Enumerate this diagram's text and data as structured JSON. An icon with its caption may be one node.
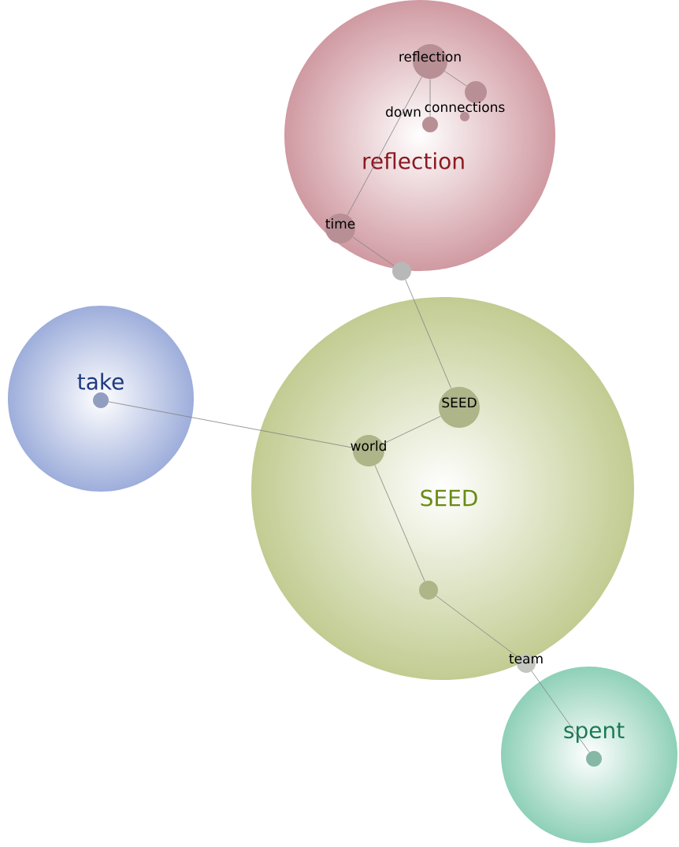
{
  "diagram": {
    "nodes": [
      {
        "text": [
          "reflection"
        ]
      },
      {
        "text": [
          "reflection"
        ],
        "in": 0
      },
      {
        "text": [],
        "shape": "circle",
        "in": 0
      },
      {
        "text": [
          "connections"
        ],
        "in": 0
      },
      {
        "text": [
          "down"
        ],
        "in": 0
      },
      {
        "text": [
          "time"
        ],
        "in": 0
      },
      {
        "text": [],
        "shape": "circle"
      },
      {
        "text": [
          "take"
        ]
      },
      {
        "text": [],
        "shape": "circle",
        "in": 7
      },
      {
        "text": [
          "SEED"
        ]
      },
      {
        "text": [
          "SEED"
        ],
        "in": 9
      },
      {
        "text": [
          "world"
        ],
        "in": 9
      },
      {
        "text": [],
        "shape": "circle",
        "in": 9
      },
      {
        "text": [
          "team"
        ]
      },
      {
        "text": [
          "spent"
        ]
      },
      {
        "text": [],
        "shape": "circle",
        "in": 14
      }
    ],
    "edges": [
      {
        "from": 1,
        "to": 2,
        "arrow": "none"
      },
      {
        "from": 1,
        "to": 4,
        "arrow": "none"
      },
      {
        "from": 1,
        "to": 5,
        "arrow": "none"
      },
      {
        "from": 5,
        "to": 6,
        "arrow": "none"
      },
      {
        "from": 6,
        "to": 10,
        "arrow": "none"
      },
      {
        "from": 10,
        "to": 11,
        "arrow": "none"
      },
      {
        "from": 11,
        "to": 8,
        "arrow": "none"
      },
      {
        "from": 11,
        "to": 12,
        "arrow": "none"
      },
      {
        "from": 12,
        "to": 13,
        "arrow": "none"
      },
      {
        "from": 13,
        "to": 15,
        "arrow": "none"
      }
    ]
  }
}
